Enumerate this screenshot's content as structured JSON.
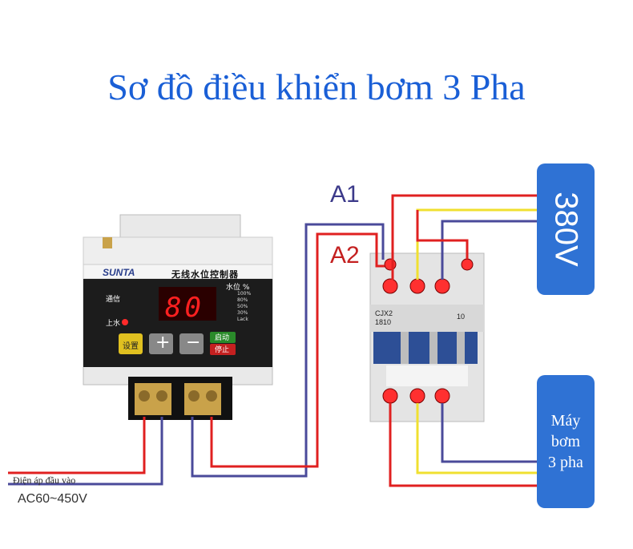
{
  "title": "Sơ đồ điều khiển bơm 3 Pha",
  "labels": {
    "a1": "A1",
    "a2": "A2"
  },
  "supply_box": {
    "text": "380V"
  },
  "pump_box": {
    "line1": "Máy",
    "line2": "bơm",
    "line3": "3 pha"
  },
  "input": {
    "label": "Điện áp đầu vào",
    "value": "AC60~450V"
  },
  "controller": {
    "brand": "SUNTA",
    "model": "无线水位控制器",
    "display": "80",
    "signal_label": "通信",
    "water_label": "上水",
    "level_title": "水位 %",
    "levels": [
      "100%",
      "80%",
      "50%",
      "30%",
      "Lack"
    ],
    "btn_set": "设置",
    "btn_plus": "+",
    "btn_minus": "−",
    "btn_start": "启动",
    "btn_stop": "停止"
  },
  "contactor": {
    "model": "CJX2",
    "sub": "1810",
    "rating": "10"
  },
  "colors": {
    "title": "#1a5fd6",
    "red_wire": "#e02020",
    "yellow_wire": "#f0e030",
    "blue_wire": "#4a4a9a",
    "box": "#2f72d4"
  }
}
